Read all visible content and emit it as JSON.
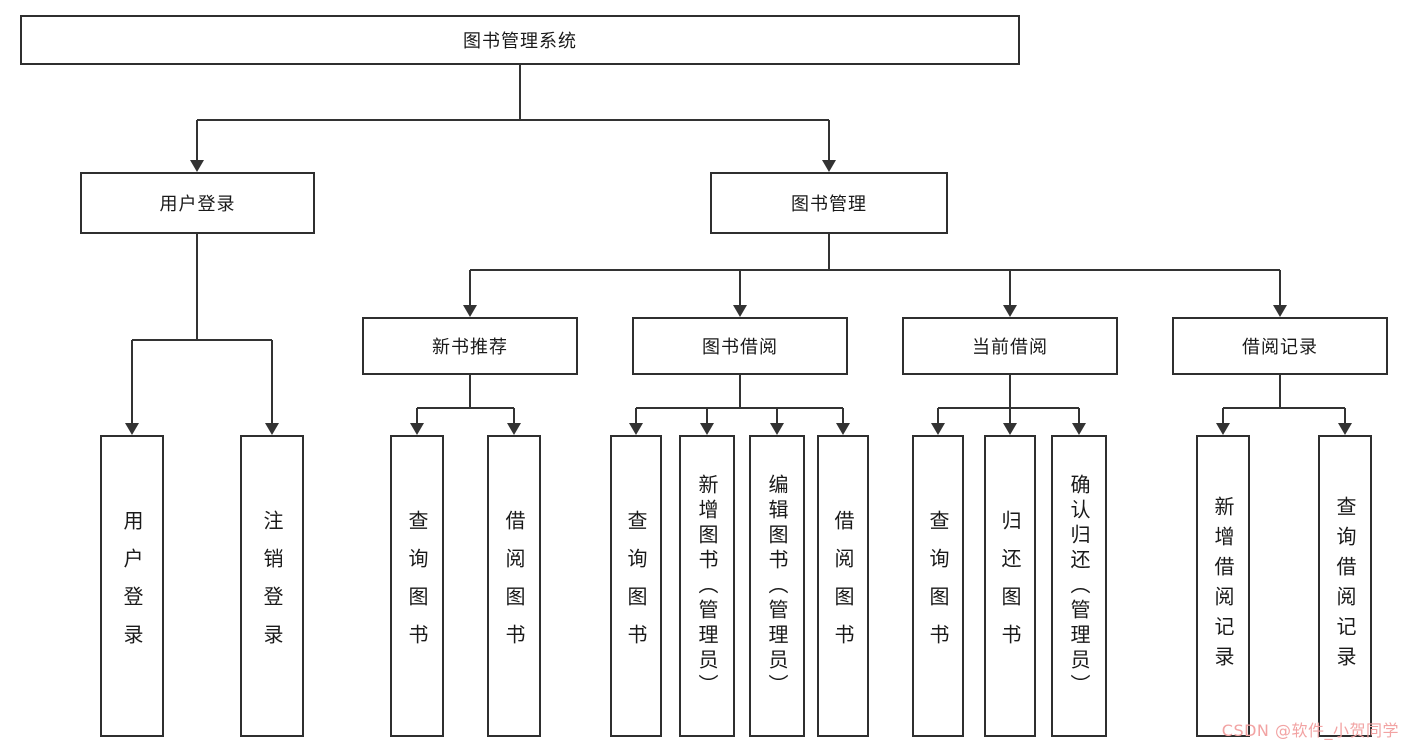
{
  "watermark": "CSDN @软件_小贺同学",
  "colors": {
    "line": "#333333",
    "box_border": "#2f2f2f",
    "text": "#1a1a1a",
    "background": "#ffffff",
    "watermark": "#f2a3a3"
  },
  "tree": {
    "root": {
      "label": "图书管理系统"
    },
    "branches": [
      {
        "label": "用户登录",
        "children": [
          {
            "label": "用户登录"
          },
          {
            "label": "注销登录"
          }
        ]
      },
      {
        "label": "图书管理",
        "children": [
          {
            "label": "新书推荐",
            "children": [
              {
                "label": "查询图书"
              },
              {
                "label": "借阅图书"
              }
            ]
          },
          {
            "label": "图书借阅",
            "children": [
              {
                "label": "查询图书"
              },
              {
                "label": "新增图书（管理员）"
              },
              {
                "label": "编辑图书（管理员）"
              },
              {
                "label": "借阅图书"
              }
            ]
          },
          {
            "label": "当前借阅",
            "children": [
              {
                "label": "查询图书"
              },
              {
                "label": "归还图书"
              },
              {
                "label": "确认归还（管理员）"
              }
            ]
          },
          {
            "label": "借阅记录",
            "children": [
              {
                "label": "新增借阅记录"
              },
              {
                "label": "查询借阅记录"
              }
            ]
          }
        ]
      }
    ]
  }
}
